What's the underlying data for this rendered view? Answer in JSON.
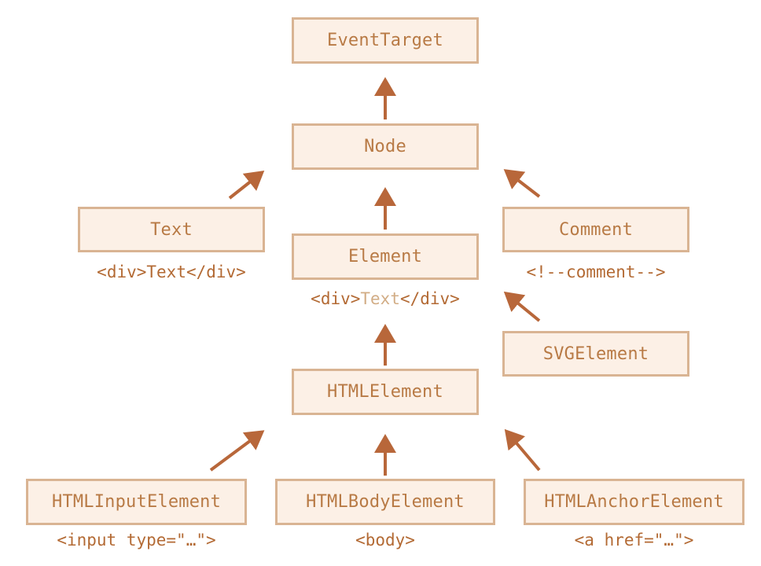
{
  "nodes": {
    "eventtarget": "EventTarget",
    "node": "Node",
    "element": "Element",
    "htmlelement": "HTMLElement",
    "text": "Text",
    "comment": "Comment",
    "svgelement": "SVGElement",
    "htmlinputelement": "HTMLInputElement",
    "htmlbodyelement": "HTMLBodyElement",
    "htmlanchorelement": "HTMLAnchorElement"
  },
  "captions": {
    "text": "<div>Text</div>",
    "comment": "<!--comment-->",
    "element_open": "<div>",
    "element_text": "Text",
    "element_close": "</div>",
    "htmlinputelement": "<input type=\"…\">",
    "htmlbodyelement": "<body>",
    "htmlanchorelement": "<a href=\"…\">"
  },
  "colors": {
    "box_fill": "#fcf0e6",
    "box_border": "#d9b493",
    "label": "#b87a45",
    "arrow": "#b8673a",
    "caption": "#b36a34",
    "caption_muted": "#d2ad86"
  }
}
